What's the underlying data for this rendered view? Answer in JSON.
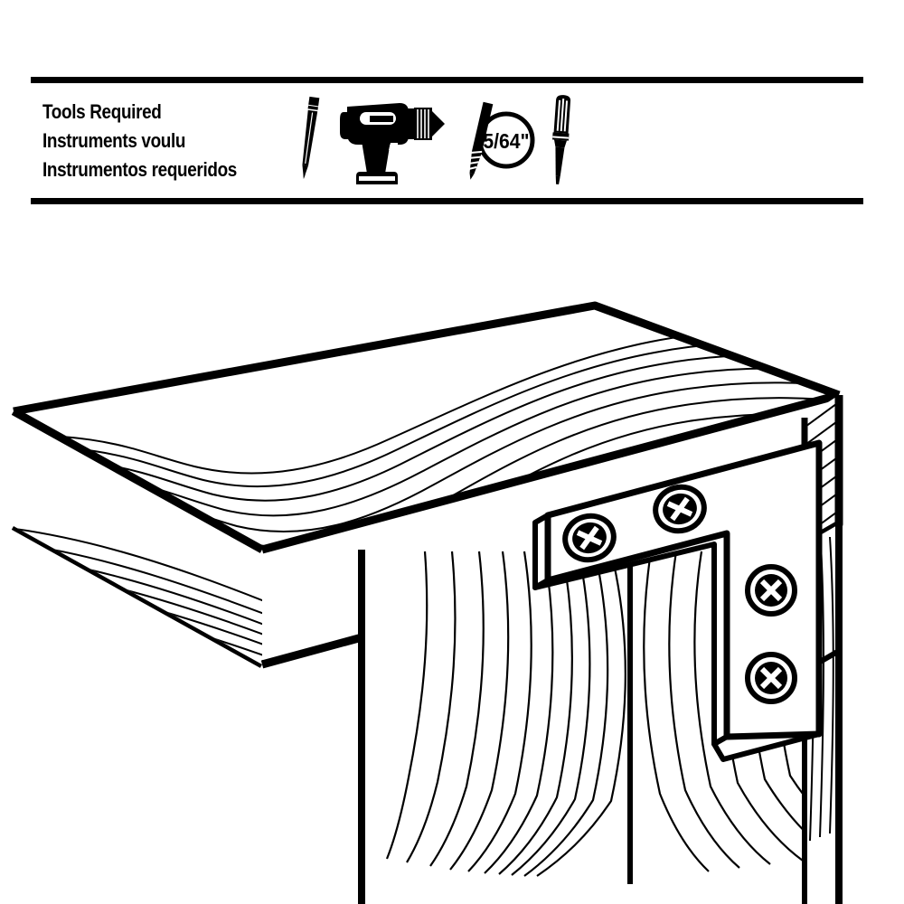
{
  "header": {
    "title_en": "Tools Required",
    "title_fr": "Instruments voulu",
    "title_es": "Instrumentos requeridos",
    "rule_color": "#000000"
  },
  "tools": [
    {
      "id": "pencil",
      "icon": "pencil-icon",
      "label": "Pencil"
    },
    {
      "id": "drill",
      "icon": "power-drill-icon",
      "label": "Cordless drill"
    },
    {
      "id": "drill-bit",
      "icon": "drill-bit-icon",
      "label": "Drill bit",
      "size": "5/64\""
    },
    {
      "id": "screwdriver",
      "icon": "screwdriver-icon",
      "label": "Screwdriver"
    }
  ],
  "illustration": {
    "name": "corner-bracket-assembly",
    "description": "Wood beam joined to vertical post with an L-shaped corner bracket",
    "parts": [
      {
        "id": "horizontal-beam",
        "label": "Horizontal wood beam"
      },
      {
        "id": "vertical-post",
        "label": "Vertical wood post"
      },
      {
        "id": "corner-bracket",
        "label": "L-shaped flat corner bracket"
      }
    ],
    "screw_count": 4,
    "line_color": "#000000",
    "fill_color": "#ffffff"
  }
}
